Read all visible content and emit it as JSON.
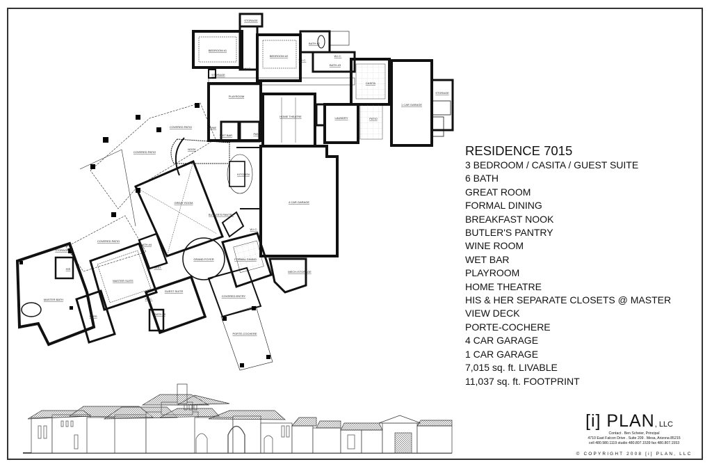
{
  "sheet": {
    "title": "RESIDENCE 7015",
    "features": [
      "3 BEDROOM / CASITA / GUEST SUITE",
      "6 BATH",
      "GREAT ROOM",
      "FORMAL DINING",
      "BREAKFAST NOOK",
      "BUTLER'S PANTRY",
      "WINE ROOM",
      "WET BAR",
      "PLAYROOM",
      "HOME THEATRE",
      "HIS & HER SEPARATE CLOSETS @ MASTER",
      "VIEW DECK",
      "PORTE-COCHERE",
      "4 CAR GARAGE",
      "1 CAR GARAGE",
      "7,015 sq. ft. LIVABLE",
      "11,037 sq. ft. FOOTPRINT"
    ]
  },
  "plan": {
    "rooms": {
      "storage_top": "STORAGE",
      "bedroom1": "BEDROOM #1",
      "bedroom2": "BEDROOM #2",
      "bath2": "BATH #2",
      "bath3": "BATH #3",
      "wic1": "W.I.C.",
      "wic2": "W.I.C.",
      "wic3": "W.I.C.",
      "storage_b1": "STORAGE",
      "casita": "CASITA",
      "garage1": "1 CAR GARAGE",
      "storage_right": "STORAGE",
      "playroom": "PLAYROOM",
      "home_theatre": "HOME THEATRE",
      "laundry": "LAUNDRY",
      "patio_small": "PATIO",
      "wine": "WINE",
      "wet_bar": "WET BAR",
      "pantry": "PAN.",
      "covered_patio_1": "COVERED PATIO",
      "covered_patio_2": "COVERED PATIO",
      "covered_patio_3": "COVERED PATIO",
      "nook": "NOOK",
      "kitchen": "KITCHEN",
      "great_room": "GREAT ROOM",
      "butlers_pantry": "BUTLER'S PANTRY",
      "garage4": "4 CAR GARAGE",
      "wic_garage": "W.I.C.",
      "bath4": "BATH #4",
      "grand_foyer": "GRAND FOYER",
      "formal_dining": "FORMAL DINING",
      "mech_storage": "MECH./STORAGE",
      "vest": "VEST.",
      "storage_master": "STORAGE",
      "his": "HIS",
      "master_suite": "MASTER SUITE",
      "master_bath": "MASTER BATH",
      "hers": "HERS",
      "guest_suite": "GUEST SUITE",
      "wic_guest": "W.I.C.",
      "bath5": "BATH #5",
      "covered_entry": "COVERED ENTRY",
      "porte_cochere": "PORTE-COCHERE"
    }
  },
  "firm": {
    "logo": "[i] PLAN",
    "logo_suffix": ", LLC",
    "contact_line": "Contact . Ben Scheier, Principal",
    "address_line": "4710 East Falcon Drive . Suite 209 . Mesa, Arizona 85215",
    "phone_line": "cell 480.980.1119   studio 480.807.1539   fax 480.807.1553",
    "copyright": "© COPYRIGHT 2008 [i] PLAN, LLC"
  }
}
